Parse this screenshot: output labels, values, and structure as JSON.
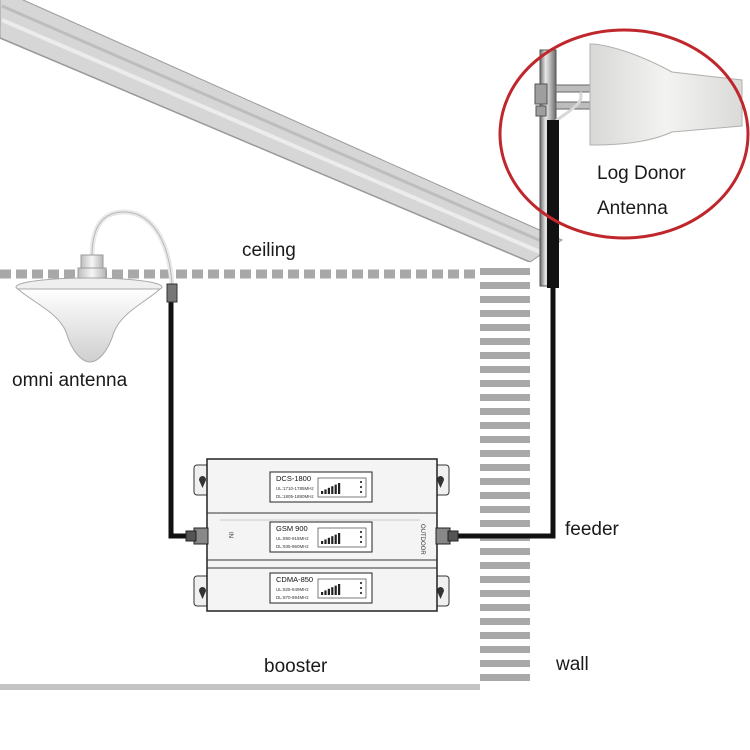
{
  "labels": {
    "ceiling": "ceiling",
    "omni_antenna": "omni antenna",
    "log_donor_line1": "Log Donor",
    "log_donor_line2": "Antenna",
    "feeder": "feeder",
    "booster": "booster",
    "wall": "wall"
  },
  "booster_modules": [
    {
      "model": "DCS-1800",
      "line1": "UL:1710-1785MHz",
      "line2": "DL:1805-1880MHz"
    },
    {
      "model": "GSM 900",
      "line1": "UL:890-915MHz",
      "line2": "DL:935-960MHz"
    },
    {
      "model": "CDMA-850",
      "line1": "UL:825-849MHz",
      "line2": "DL:870-894MHz"
    }
  ],
  "side_labels": {
    "left": "IN",
    "right": "OUTDOOR"
  },
  "colors": {
    "highlight_circle": "#c0272d",
    "cable": "#111111",
    "hatch": "#a8a8a8",
    "booster_body": "#f4f4f4"
  }
}
